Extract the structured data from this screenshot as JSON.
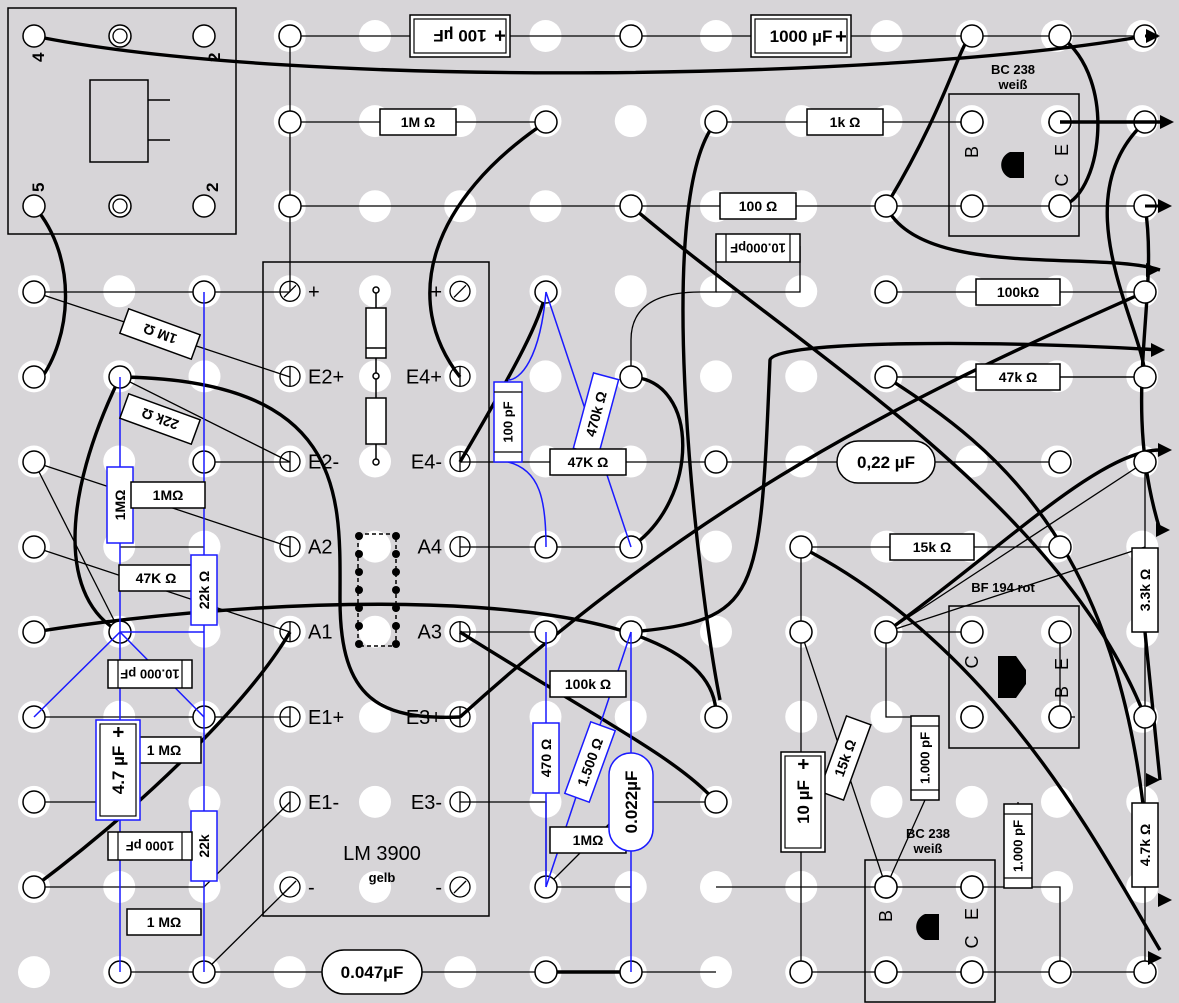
{
  "module": {
    "pins": [
      "4",
      "2",
      "5",
      "2"
    ]
  },
  "ic": {
    "name": "LM 3900",
    "color": "gelb",
    "left_pins": [
      "+",
      "E2+",
      "E2-",
      "A2",
      "A1",
      "E1+",
      "E1-",
      "-"
    ],
    "right_pins": [
      "+",
      "E4+",
      "E4-",
      "A4",
      "A3",
      "E3+",
      "E3-",
      "-"
    ]
  },
  "transistors": [
    {
      "type": "BC 238",
      "color": "weiß",
      "pins": [
        "B",
        "C",
        "E"
      ]
    },
    {
      "type": "BF 194 rot",
      "pins": [
        "C",
        "B",
        "E"
      ]
    },
    {
      "type": "BC 238",
      "color": "weiß",
      "pins": [
        "B",
        "C",
        "E"
      ]
    }
  ],
  "resistors": [
    "1M Ω",
    "1k Ω",
    "100 Ω",
    "100kΩ",
    "47k Ω",
    "1M Ω",
    "22k Ω",
    "1MΩ",
    "1MΩ",
    "47K Ω",
    "22k Ω",
    "470k Ω",
    "47K Ω",
    "15k Ω",
    "100k Ω",
    "470 Ω",
    "1.500 Ω",
    "1MΩ",
    "1 MΩ",
    "22k",
    "1 MΩ",
    "15k Ω",
    "3.3k Ω",
    "4.7k Ω"
  ],
  "capacitors": [
    "100 µF",
    "1000 µF",
    "10.000pF",
    "100 pF",
    "0,22 µF",
    "10.000 pF",
    "4.7 µF",
    "1000 pF",
    "0.022µF",
    "10 µF",
    "1.000 pF",
    "1.000 pF",
    "0.047µF"
  ],
  "colors": {
    "board": "#d7d5d8",
    "hole": "#ffffff",
    "wire": "#000000",
    "jumper": "#1a1aff"
  }
}
